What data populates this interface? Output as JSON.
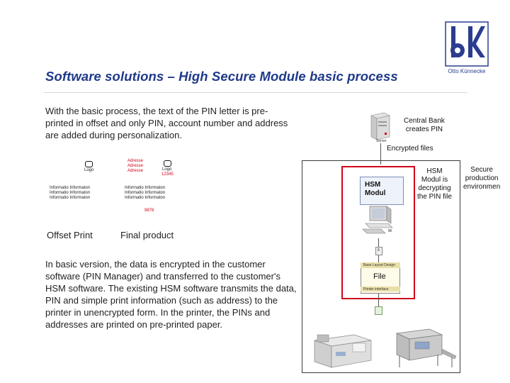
{
  "slide": {
    "title": "Software solutions – High Secure Module basic process",
    "intro": "With the basic process, the text of the PIN letter is pre-printed in offset and only PIN, account number and address are added during personalization.",
    "body": "In basic version, the data is encrypted in the customer software (PIN Manager) and transferred to the customer's HSM software. The existing HSM software transmits the data, PIN and simple print information (such as address) to the printer in unencrypted form. In the printer, the PINs and addresses are printed on pre-printed paper."
  },
  "logo": {
    "wordmark": "Otto Künnecke"
  },
  "samples": {
    "offset_label": "Offset Print",
    "final_label": "Final product",
    "logo_word": "Logo",
    "info_word": "Informaton",
    "info_word_short": "Informatio",
    "address_word": "Adresse",
    "number": "12345",
    "pin": "9876"
  },
  "diagram": {
    "central_bank": "Central Bank\ncreates PIN",
    "server_caption": "Server",
    "encrypted_files": "Encrypted files",
    "hsm_title": "HSM\nModul",
    "hsm_note": "HSM\nModul is\ndecrypting\nthe PIN file",
    "secure_env": "Secure\nproduction\nenvironmen",
    "file_label": "File",
    "file_header": "Base Layout Design",
    "file_footer": "Printer interface",
    "connector_mark": "8"
  },
  "colors": {
    "title": "#1f3a8a",
    "accent_red": "#d0021b",
    "logo_blue": "#2b3d8f"
  }
}
